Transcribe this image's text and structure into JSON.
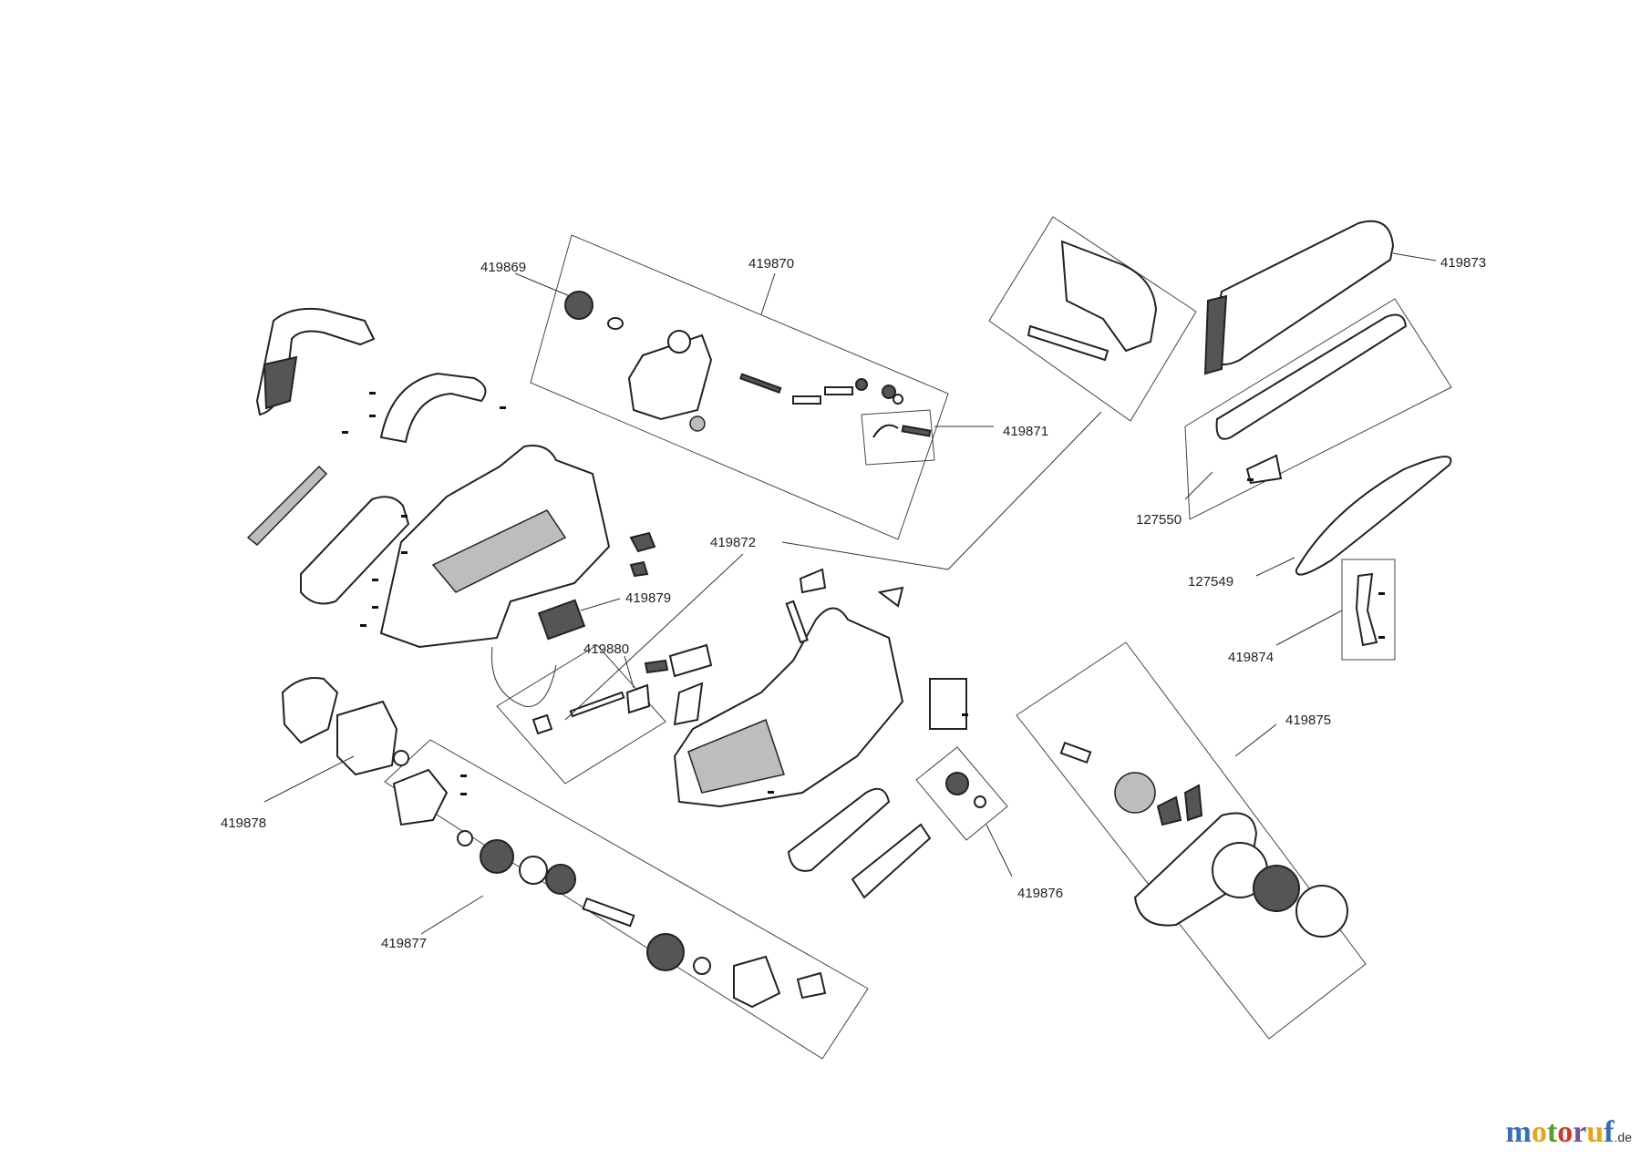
{
  "diagram": {
    "part_numbers": {
      "p419869": "419869",
      "p419870": "419870",
      "p419871": "419871",
      "p419872": "419872",
      "p419873": "419873",
      "p127550": "127550",
      "p127549": "127549",
      "p419874": "419874",
      "p419879": "419879",
      "p419880": "419880",
      "p419875": "419875",
      "p419878": "419878",
      "p419876": "419876",
      "p419877": "419877"
    }
  },
  "brand": {
    "logo_text": "motoruf",
    "suffix": ".de",
    "colors": [
      "#3a6fb5",
      "#e8a317",
      "#5a9a2e",
      "#d13a2a",
      "#7a4fa0",
      "#e8a317",
      "#3a6fb5"
    ]
  }
}
